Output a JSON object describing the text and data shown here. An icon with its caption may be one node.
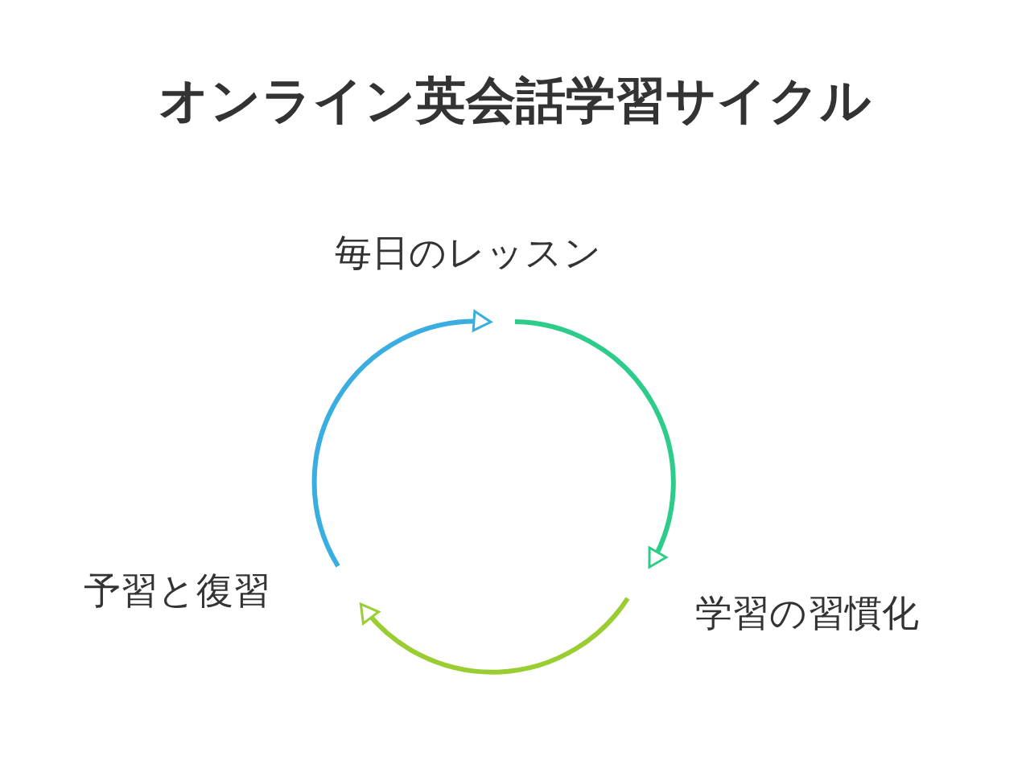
{
  "diagram": {
    "title": "オンライン英会話学習サイクル",
    "nodes": [
      {
        "text": [
          "毎日のレッスン"
        ]
      },
      {
        "text": [
          "学習の習慣化"
        ]
      },
      {
        "text": [
          "予習と復習"
        ]
      }
    ],
    "edges": [
      {
        "from": 0,
        "to": 1,
        "arrow": "to",
        "color": "#2ecc8a"
      },
      {
        "from": 1,
        "to": 2,
        "arrow": "to",
        "color": "#9acd32"
      },
      {
        "from": 2,
        "to": 0,
        "arrow": "to",
        "color": "#3aaee0"
      }
    ]
  }
}
